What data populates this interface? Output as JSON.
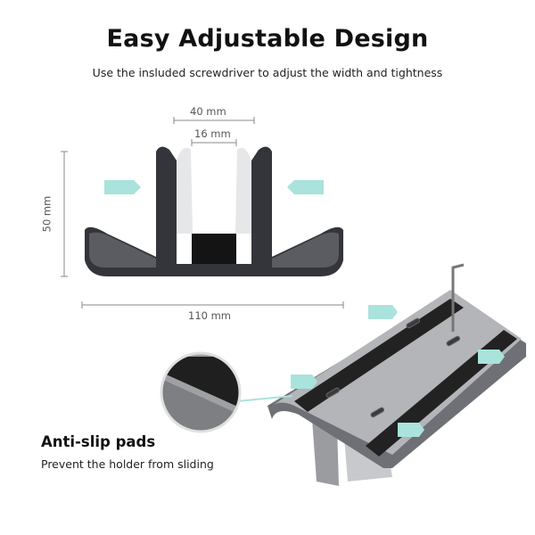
{
  "header": {
    "title": "Easy Adjustable Design",
    "subtitle": "Use the insluded screwdriver to adjust the width and tightness"
  },
  "dimensions": {
    "outer_width": "40 mm",
    "inner_width": "16 mm",
    "height": "50 mm",
    "length": "110 mm"
  },
  "feature": {
    "title": "Anti-slip pads",
    "description": "Prevent the holder from sliding"
  },
  "colors": {
    "accent_arrow": "#a9e3dc",
    "dark_body": "#2e2f33",
    "pad": "#1c1c1c",
    "silver": "#a9abaf"
  }
}
